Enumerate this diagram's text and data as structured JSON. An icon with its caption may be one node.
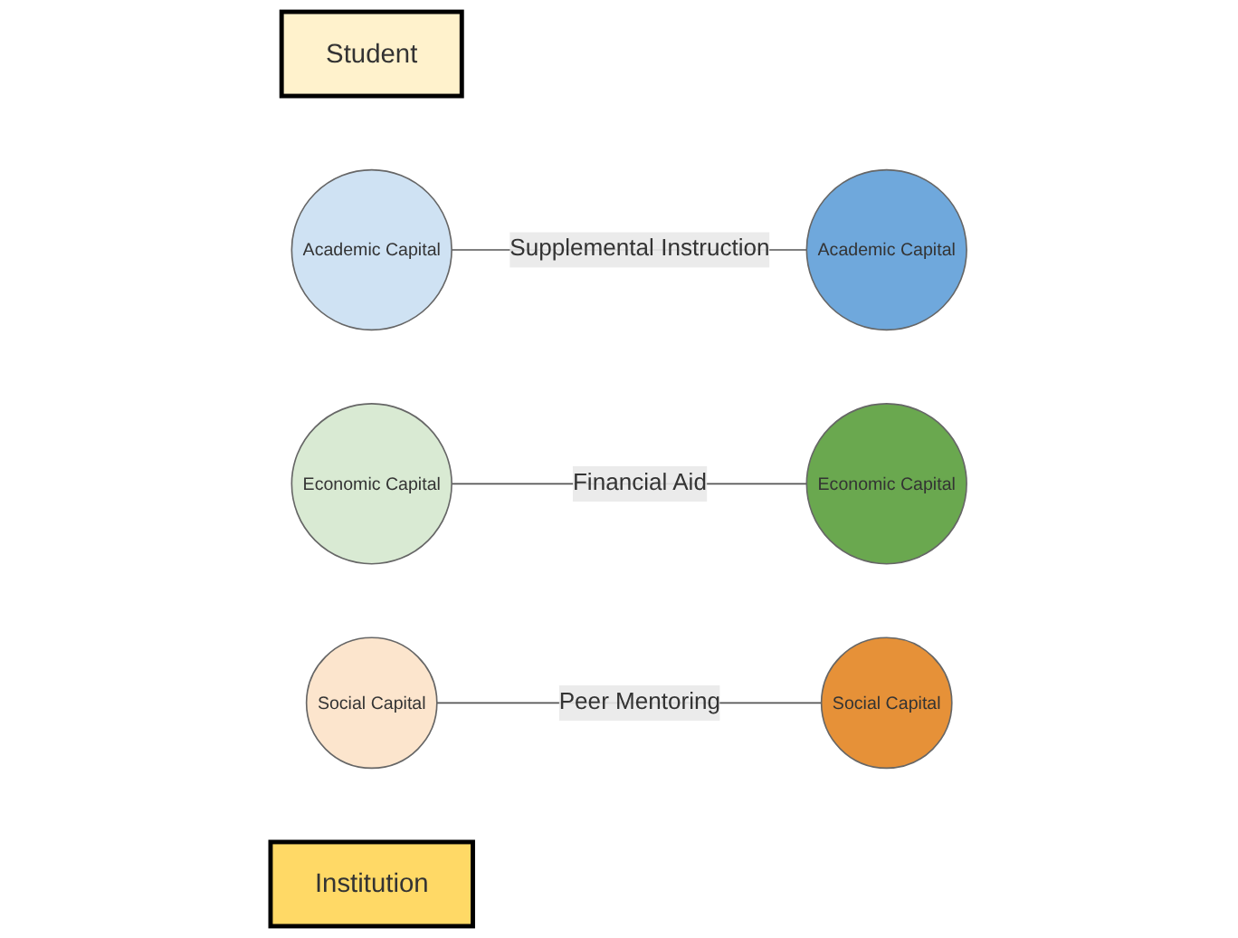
{
  "diagram": {
    "nodes": [
      {
        "text": [
          "Student"
        ]
      },
      {
        "text": [
          "Academic Capital"
        ]
      },
      {
        "text": [
          "Economic Capital"
        ]
      },
      {
        "text": [
          "Social Capital"
        ]
      },
      {
        "text": [
          "Institution"
        ]
      },
      {
        "text": [
          "Academic Capital"
        ]
      },
      {
        "text": [
          "Economic Capital"
        ]
      },
      {
        "text": [
          "Social Capital"
        ]
      }
    ],
    "edges": [
      {
        "from": 1,
        "to": 5,
        "arrow": "none",
        "label": "Supplemental Instruction"
      },
      {
        "from": 2,
        "to": 6,
        "arrow": "none",
        "label": "Financial Aid"
      },
      {
        "from": 3,
        "to": 7,
        "arrow": "none",
        "label": "Peer Mentoring"
      }
    ]
  }
}
